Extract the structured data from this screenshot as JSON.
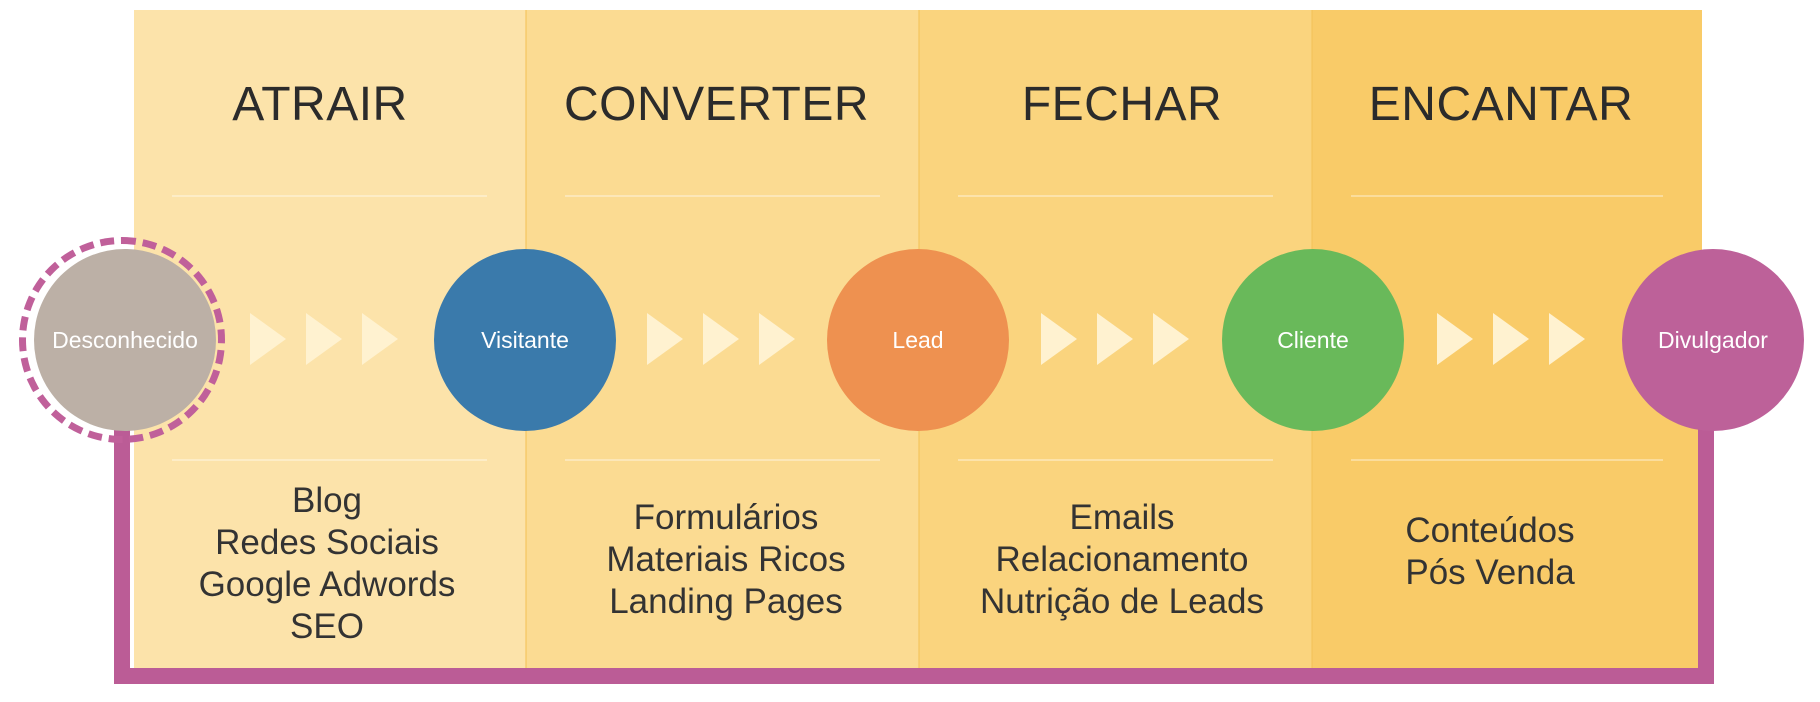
{
  "colors": {
    "stage_fill": [
      "#fce3aa",
      "#fbdb92",
      "#fad47e",
      "#f9cb68"
    ],
    "divider": "#f4c35a",
    "loop": "#bb5c96",
    "ring_dashes": "#c0609a",
    "chevrons": "#fff2d0"
  },
  "stages": [
    {
      "title": "ATRAIR",
      "items": [
        "Blog",
        "Redes Sociais",
        "Google Adwords",
        "SEO"
      ]
    },
    {
      "title": "CONVERTER",
      "items": [
        "Formulários",
        "Materiais Ricos",
        "Landing Pages"
      ]
    },
    {
      "title": "FECHAR",
      "items": [
        "Emails",
        "Relacionamento",
        "Nutrição de Leads"
      ]
    },
    {
      "title": "ENCANTAR",
      "items": [
        "Conteúdos",
        "Pós Venda"
      ]
    }
  ],
  "nodes": [
    {
      "label": "Desconhecido",
      "color": "#bcb0a6",
      "icon": "dashed-ring"
    },
    {
      "label": "Visitante",
      "color": "#3a7aab"
    },
    {
      "label": "Lead",
      "color": "#ee9150"
    },
    {
      "label": "Cliente",
      "color": "#69b95a"
    },
    {
      "label": "Divulgador",
      "color": "#bd6199"
    }
  ],
  "flow_icon": "chevron-right-icon"
}
